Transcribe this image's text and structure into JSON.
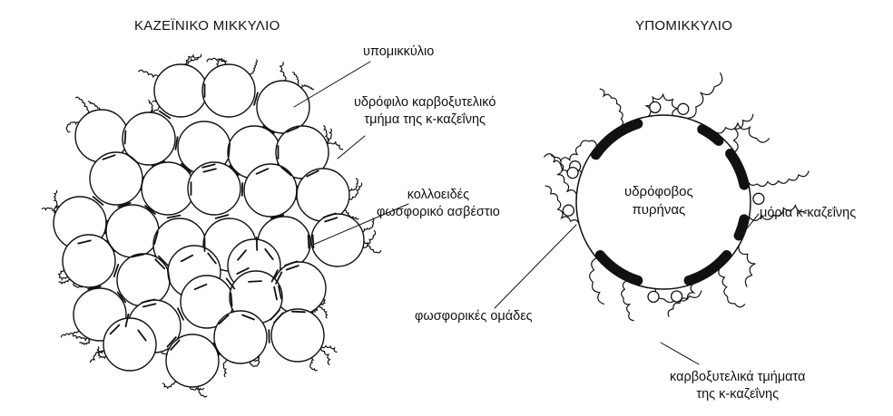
{
  "titles": {
    "left": "ΚΑΖΕΪΝΙΚΟ ΜΙΚΚΥΛΙΟ",
    "right": "ΥΠΟΜΙΚΚΥΛΙΟ"
  },
  "labels": {
    "submicelle": "υπομικκύλιο",
    "hydrophilic_line1": "υδρόφιλο καρβοξυτελικό",
    "hydrophilic_line2": "τμήμα της κ-καζεΐνης",
    "colloidal_line1": "κολλοειδές",
    "colloidal_line2": "φωσφορικό ασβέστιο",
    "core_line1": "υδρόφοβος",
    "core_line2": "πυρήνας",
    "kappa_casein": "μόρια κ-καζεΐνης",
    "phosphate_groups": "φωσφορικές ομάδες",
    "carboxy_line1": "καρβοξυτελικά τμήματα",
    "carboxy_line2": "της κ-καζεΐνης"
  },
  "colors": {
    "ink": "#111111",
    "background": "#ffffff"
  }
}
